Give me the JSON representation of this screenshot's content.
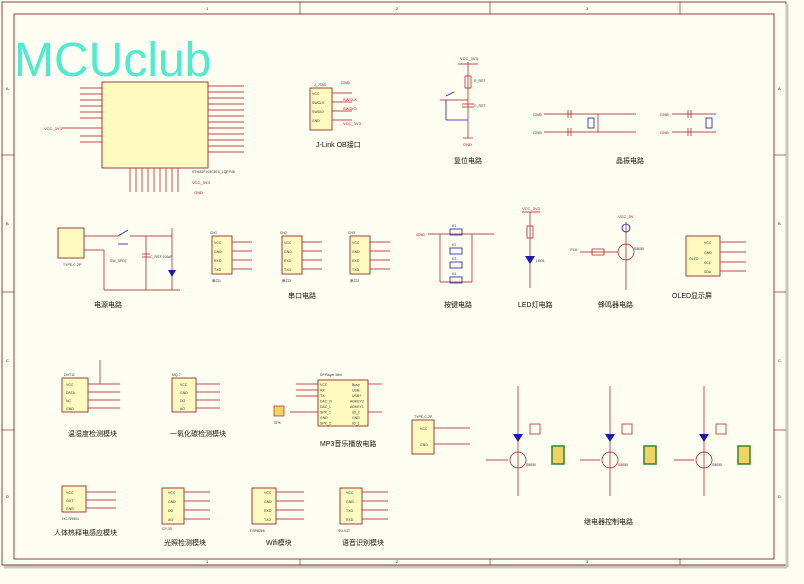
{
  "watermark": "MCUclub",
  "frame": {
    "col_labels": [
      "1",
      "2",
      "3",
      "4"
    ],
    "row_labels": [
      "A",
      "B",
      "C",
      "D"
    ]
  },
  "mcu": {
    "part": "STM32F103C8T6_LQFP48",
    "vcc_net": "VCC_3V3",
    "left_net": "VCC_3V3",
    "gnd": "GND"
  },
  "jlink": {
    "title": "J-Link OB接口",
    "ref": "J_JTAG",
    "pins": [
      "VCC",
      "SWCLK",
      "SWDIO",
      "GND"
    ],
    "pin_nets": [
      "GND",
      "SWCLK",
      "SWDIO",
      "VCC_3V3"
    ]
  },
  "reset": {
    "title": "复位电路",
    "vcc": "VCC_3V3",
    "gnd": "GND",
    "res": "R_RST",
    "cap": "C_RST"
  },
  "crystal": {
    "title": "晶振电路",
    "gnd": "GND"
  },
  "power": {
    "title": "电源电路",
    "connector": "TYPE-C-2P",
    "switch": "SW_SPDT",
    "cap": "C_RST 100uF"
  },
  "uart": {
    "title": "串口电路",
    "headers": [
      {
        "ref": "CH1",
        "pins": [
          "VCC",
          "GND",
          "RXD",
          "TXD"
        ],
        "name": "串口1"
      },
      {
        "ref": "CH2",
        "pins": [
          "VCC",
          "GND",
          "RXD",
          "TXD"
        ],
        "name": "串口2"
      },
      {
        "ref": "CH3",
        "pins": [
          "VCC",
          "GND",
          "RXD",
          "TXD"
        ],
        "name": "串口3"
      }
    ]
  },
  "keys": {
    "title": "按键电路",
    "refs": [
      "K1",
      "K2",
      "K3",
      "K4"
    ],
    "gnd": "GND"
  },
  "led": {
    "title": "LED灯电路",
    "vcc": "VCC_3V3",
    "ref": "LED1"
  },
  "buzzer": {
    "title": "蜂鸣器电路",
    "transistor": "S8050",
    "net": "P16",
    "vcc": "VCC_5V"
  },
  "oled": {
    "title": "OLED显示屏",
    "ref": "OLED",
    "pins": [
      "VCC",
      "GND",
      "SCL",
      "SDA"
    ]
  },
  "temp": {
    "title": "温湿度检测模块",
    "ref": "DHT11",
    "pins": [
      "VCC",
      "DATA",
      "NC",
      "GND"
    ]
  },
  "co": {
    "title": "一氧化碳检测模块",
    "ref": "MQ-7",
    "pins": [
      "VCC",
      "GND",
      "DO",
      "AO"
    ]
  },
  "mp3": {
    "title": "MP3音乐播放电路",
    "ref": "DFPlayer Mini",
    "pins_left": [
      "VCC",
      "RX",
      "TX",
      "DAC_R",
      "DAC_L",
      "SPK_1",
      "GND",
      "SPK_2"
    ],
    "pins_right": [
      "Busy",
      "USB-",
      "USB+",
      "ADKEY2",
      "ADKEY1",
      "IO_2",
      "GND",
      "IO_1"
    ],
    "speaker": "SPK"
  },
  "type_c": {
    "ref": "TYPE-C-2P",
    "pins": [
      "VCC",
      "GND"
    ]
  },
  "relay": {
    "title": "继电器控制电路",
    "count": 3,
    "transistor": "S8050",
    "terminal": "J"
  },
  "pir": {
    "title": "人体热释电感应模块",
    "ref": "HC-SR501",
    "pins": [
      "VCC",
      "OUT",
      "GND"
    ]
  },
  "light": {
    "title": "光照检测模块",
    "ref": "GY-30",
    "pins": [
      "VCC",
      "GND",
      "DO",
      "AO"
    ]
  },
  "wifi": {
    "title": "Wifi模块",
    "ref": "ESP8266",
    "pins": [
      "VCC",
      "GND",
      "RXD",
      "TXD"
    ]
  },
  "voice": {
    "title": "语音识别模块",
    "ref": "SU-03T",
    "pins": [
      "VCC",
      "GND",
      "TXD",
      "RXD"
    ]
  }
}
